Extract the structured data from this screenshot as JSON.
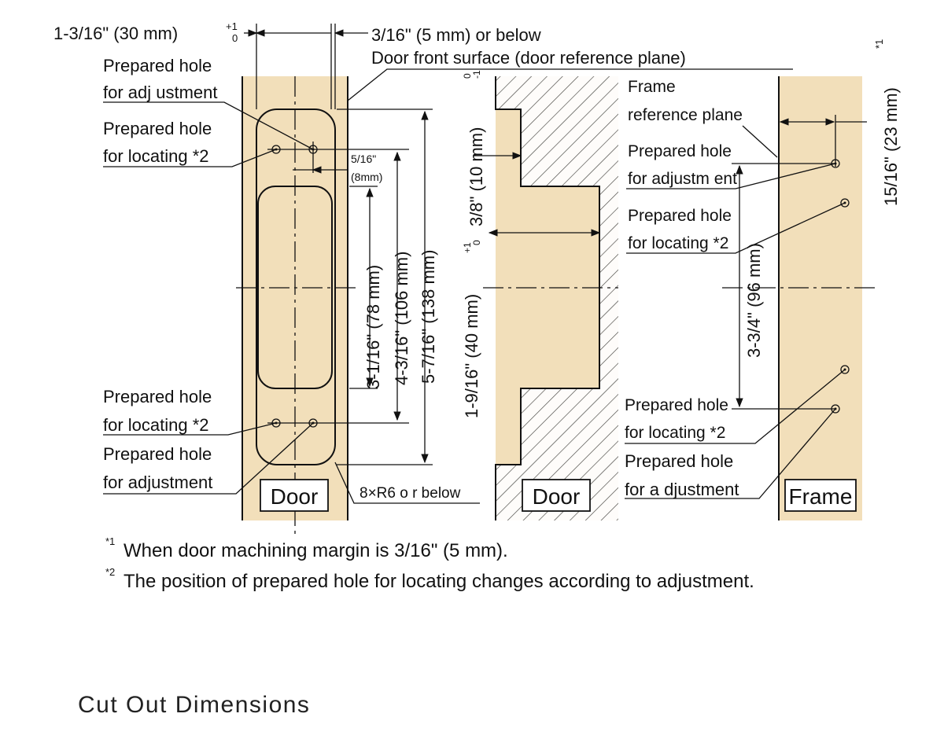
{
  "diagram": {
    "colors": {
      "wood": "#f2dfba",
      "line": "#111111",
      "hatch": "#333333",
      "background": "#ffffff"
    },
    "top_dims": {
      "width": "1-3/16\" (30 mm)",
      "width_tol_upper": "+1",
      "width_tol_lower": "0",
      "margin": "3/16\" (5 mm) or below",
      "door_front": "Door front surface (door reference plane)"
    },
    "door_face": {
      "hole_adjust_top": [
        "Prepared hole",
        "for adj ustment"
      ],
      "hole_locate_top": [
        "Prepared hole",
        "for locating *2"
      ],
      "hole_offset": [
        "5/16\"",
        "(8mm)"
      ],
      "hole_locate_bottom": [
        "Prepared hole",
        "for locating *2"
      ],
      "hole_adjust_bottom": [
        "Prepared hole",
        "for adjustment"
      ],
      "dim_78": "3-1/16\" (78 mm)",
      "dim_106": "4-3/16\" (106 mm)",
      "dim_138": "5-7/16\" (138 mm)",
      "corner_radius": "8×R6 o r below",
      "tag": "Door"
    },
    "door_section": {
      "depth_10": "3/8\" (10 mm)",
      "depth_10_tol_upper": "0",
      "depth_10_tol_lower": "-1",
      "depth_40": "1-9/16\" (40 mm)",
      "depth_40_tol_upper": "+1",
      "depth_40_tol_lower": "0",
      "tag": "Door"
    },
    "frame": {
      "ref_plane": [
        "Frame",
        "reference plane"
      ],
      "hole_adjust_top": [
        "Prepared hole",
        "for adjustm ent"
      ],
      "hole_locate_top": [
        "Prepared hole",
        "for locating *2"
      ],
      "dim_96": "3-3/4\" (96 mm)",
      "hole_locate_bottom": [
        "Prepared hole",
        "for locating *2"
      ],
      "hole_adjust_bottom": [
        "Prepared hole",
        "for a djustment"
      ],
      "dim_23": "15/16\" (23 mm)",
      "dim_23_note": "*1",
      "tag": "Frame"
    },
    "notes": {
      "n1_mark": "*1",
      "n1": "When door machining margin is 3/16\" (5 mm).",
      "n2_mark": "*2",
      "n2": "The position of prepared hole for locating changes according to adjustment."
    }
  },
  "caption": "Cut Out Dimensions"
}
